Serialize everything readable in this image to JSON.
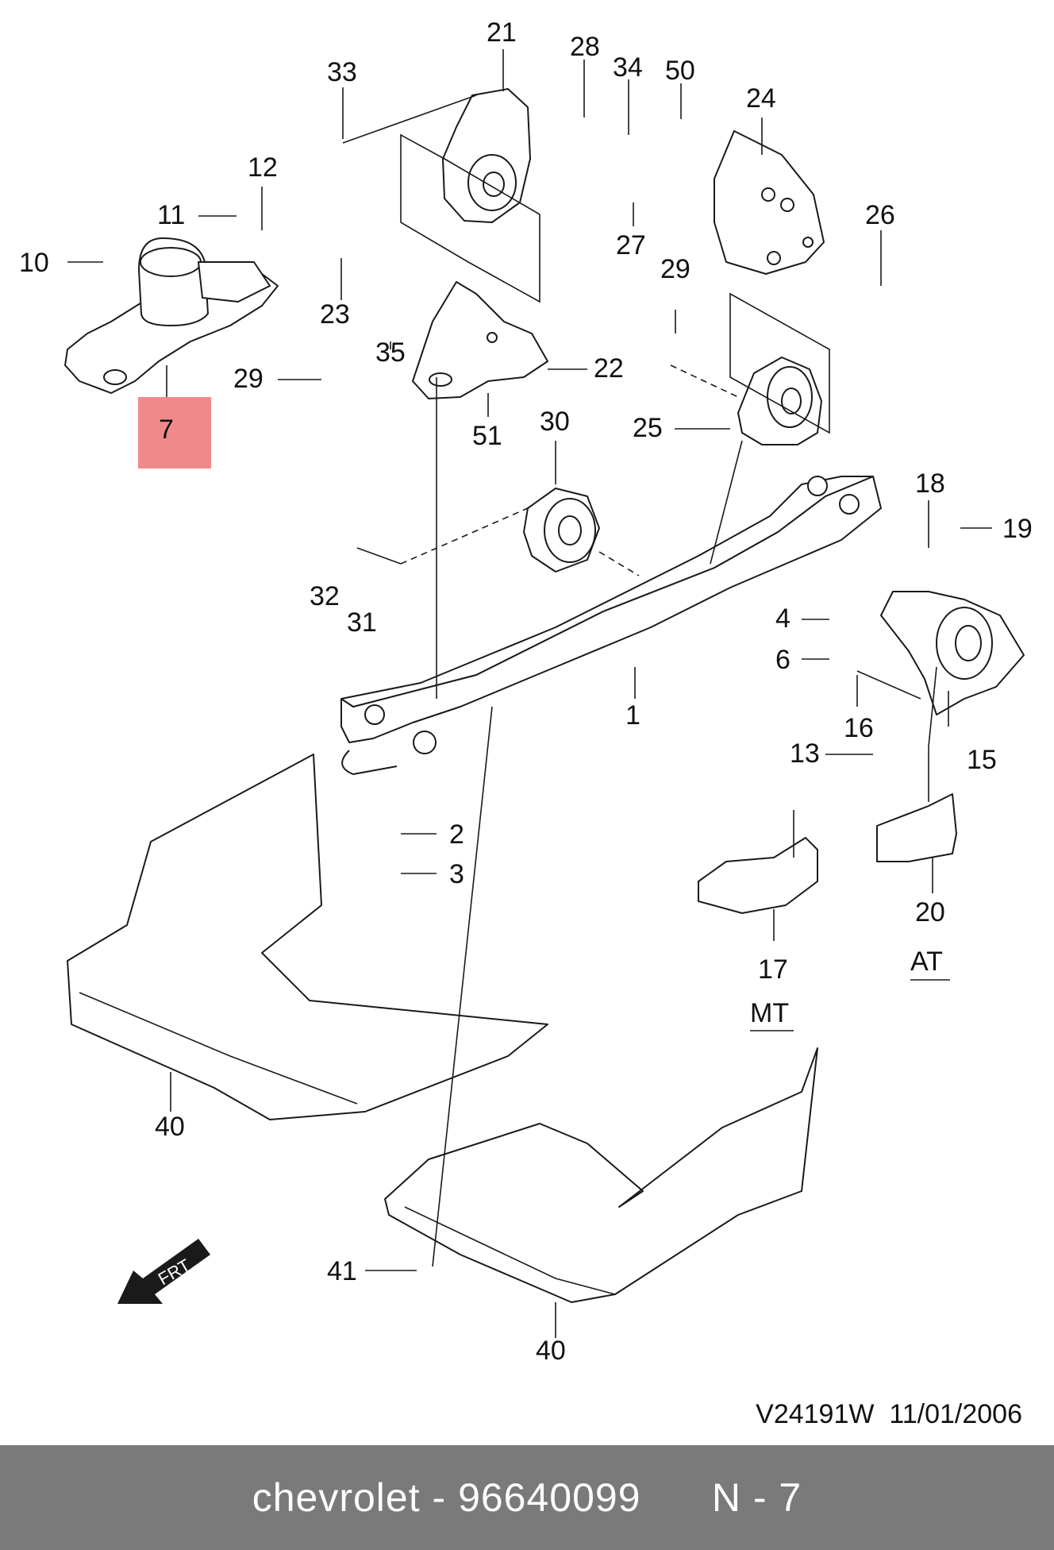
{
  "diagram": {
    "callouts": {
      "c21": "21",
      "c33": "33",
      "c28": "28",
      "c34": "34",
      "c50": "50",
      "c24": "24",
      "c12": "12",
      "c11": "11",
      "c10": "10",
      "c26": "26",
      "c23": "23",
      "c27": "27",
      "c29a": "29",
      "c35": "35",
      "c22": "22",
      "c29b": "29",
      "c7": "7",
      "c51": "51",
      "c30": "30",
      "c25": "25",
      "c18": "18",
      "c19": "19",
      "c32": "32",
      "c31": "31",
      "c4": "4",
      "c6": "6",
      "c16": "16",
      "c1": "1",
      "c15": "15",
      "c13": "13",
      "c2": "2",
      "c3": "3",
      "c20": "20",
      "c17": "17",
      "c40a": "40",
      "c41": "41",
      "c40b": "40"
    },
    "variants": {
      "at": "AT",
      "mt": "MT"
    },
    "direction_arrow": "FRT",
    "drawing_ref": "V24191W  11/01/2006",
    "highlight_color": "#f08a8a"
  },
  "footer": {
    "brand": "chevrolet",
    "part_number": "96640099",
    "ref": "N - 7"
  },
  "colors": {
    "footer_bg": "#7a7a7a",
    "footer_text": "#ffffff",
    "ink": "#111111"
  }
}
